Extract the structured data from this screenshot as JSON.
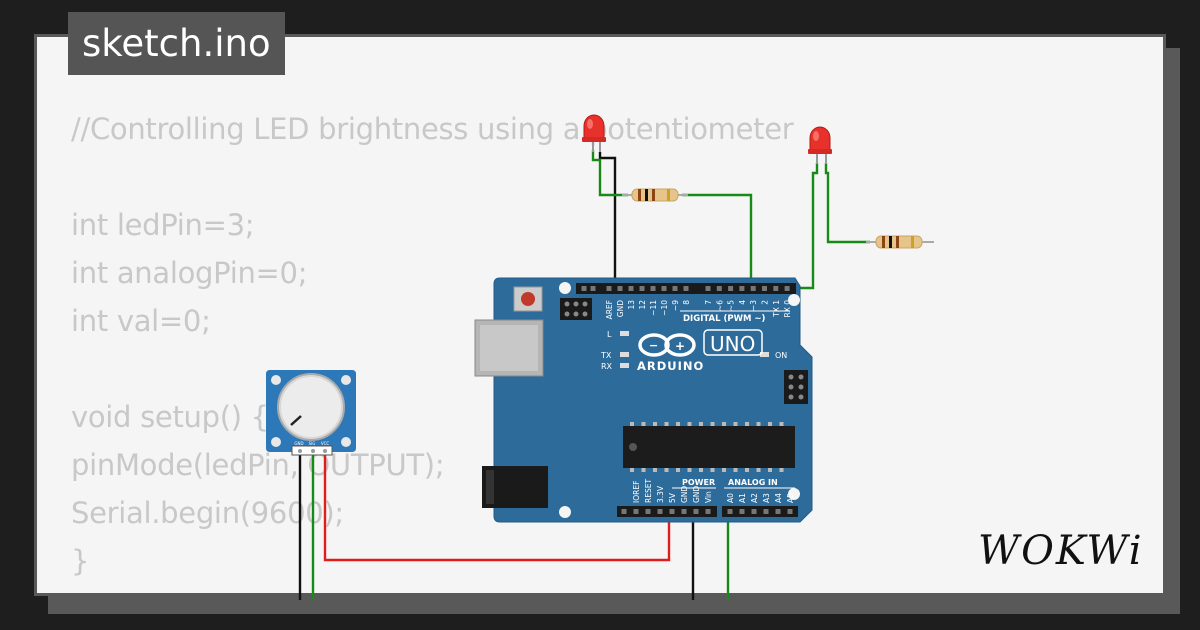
{
  "file_tab": {
    "label": "sketch.ino"
  },
  "code_lines": [
    "//Controlling LED brightness using a potentiometer",
    "",
    "int ledPin=3;",
    "int analogPin=0;",
    "int val=0;",
    "",
    "void setup() {",
    "pinMode(ledPin, OUTPUT);",
    "Serial.begin(9600);",
    "}"
  ],
  "board": {
    "brand_text": "ARDUINO",
    "model_text": "UNO",
    "digital_header": "DIGITAL (PWM ~)",
    "power_header": "POWER",
    "analog_header": "ANALOG IN",
    "on_label": "ON",
    "l_label": "L",
    "tx_label": "TX",
    "rx_label": "RX",
    "top_pins": [
      "AREF",
      "GND",
      "13",
      "12",
      "~11",
      "~10",
      "~9",
      "8",
      "7",
      "~6",
      "~5",
      "4",
      "~3",
      "2",
      "TX 1",
      "RX 0"
    ],
    "power_pins": [
      "IOREF",
      "RESET",
      "3.3V",
      "5V",
      "GND",
      "GND",
      "Vin"
    ],
    "analog_pins": [
      "A0",
      "A1",
      "A2",
      "A3",
      "A4",
      "A5"
    ]
  },
  "potentiometer": {
    "pins": [
      "GND",
      "SIG",
      "VCC"
    ]
  },
  "logo": {
    "text": "WOKWi"
  },
  "colors": {
    "board_blue": "#2d6b9b",
    "wire_green": "#178a17",
    "wire_red": "#e01c1c",
    "wire_black": "#111111",
    "led_red": "#e8312a"
  }
}
